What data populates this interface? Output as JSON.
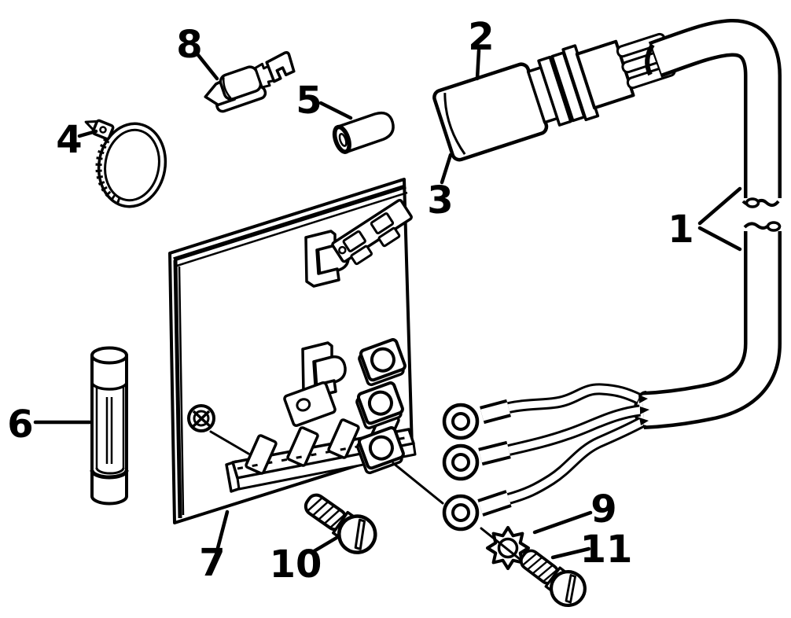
{
  "diagram": {
    "type": "exploded-parts-illustration",
    "ink_color": "#000000",
    "paper_color": "#ffffff",
    "parts": [
      {
        "number": "1"
      },
      {
        "number": "2"
      },
      {
        "number": "3"
      },
      {
        "number": "4"
      },
      {
        "number": "5"
      },
      {
        "number": "6"
      },
      {
        "number": "7"
      },
      {
        "number": "8"
      },
      {
        "number": "9"
      },
      {
        "number": "10"
      },
      {
        "number": "11"
      }
    ]
  }
}
